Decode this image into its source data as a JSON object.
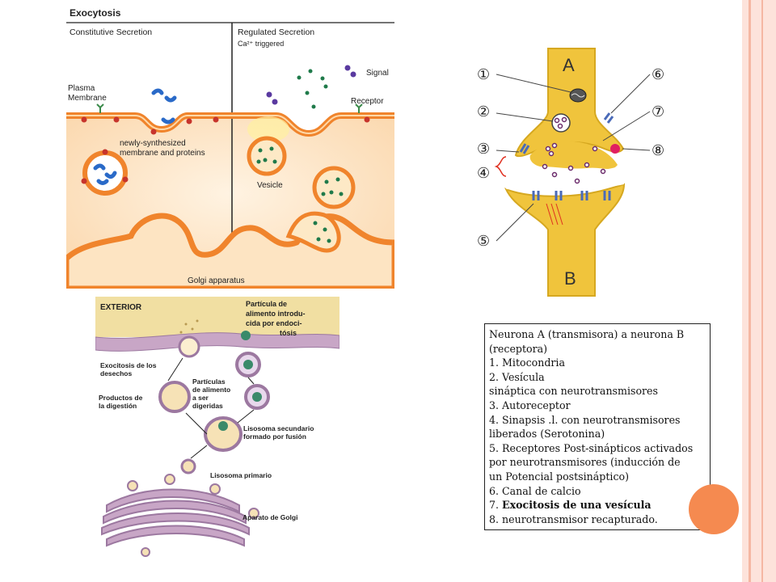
{
  "exocytosis": {
    "title": "Exocytosis",
    "constitutive": "Constitutive Secretion",
    "regulated": "Regulated Secretion",
    "ca_trigger": "Ca²⁺ triggered",
    "signal": "Signal",
    "plasma_line1": "Plasma",
    "plasma_line2": "Membrane",
    "receptor": "Receptor",
    "newly_line1": "newly-synthesized",
    "newly_line2": "membrane and proteins",
    "vesicle": "Vesicle",
    "golgi": "Golgi apparatus"
  },
  "endocytosis": {
    "exterior": "EXTERIOR",
    "particle": [
      "Partícula de",
      "alimento introdu-",
      "cida por endoci-",
      "tósis"
    ],
    "waste": [
      "Exocitosis de los",
      "desechos"
    ],
    "particles": [
      "Partículas",
      "de alimento",
      "a ser",
      "digeridas"
    ],
    "products": [
      "Productos de",
      "la digestión"
    ],
    "secondary": [
      "Lisosoma secundario",
      "formado por fusión"
    ],
    "primary": "Lisosoma primario",
    "golgi": "Aparato de Golgi"
  },
  "synapse": {
    "neuron_a": "A",
    "neuron_b": "B",
    "markers": [
      "①",
      "②",
      "③",
      "④",
      "⑤",
      "⑥",
      "⑦",
      "⑧"
    ]
  },
  "legend": {
    "lines": [
      "Neurona A (transmisora) a neurona B",
      "(receptora)",
      "1. Mitocondria",
      "2. Vesícula",
      "sináptica con neurotransmisores",
      "3. Autoreceptor",
      "4. Sinapsis .l. con neurotransmisores",
      "liberados (Serotonina)",
      "5. Receptores Post-sinápticos activados",
      "por neurotransmisores (inducción de",
      "un Potencial postsináptico)",
      "6. Canal de calcio"
    ],
    "line7_prefix": "7. ",
    "line7_bold": "Exocitosis de una vesícula",
    "line8": "8. neurotransmisor recapturado."
  },
  "colors": {
    "membrane_orange": "#f0842c",
    "cytoplasm_cream": "#fde4c2",
    "neuron_yellow": "#f0c43c",
    "endo_exterior": "#f1dfa2",
    "endo_purple": "#c8a6c6",
    "border_pink": "#fde3db",
    "accent_orange": "#f58a50"
  }
}
